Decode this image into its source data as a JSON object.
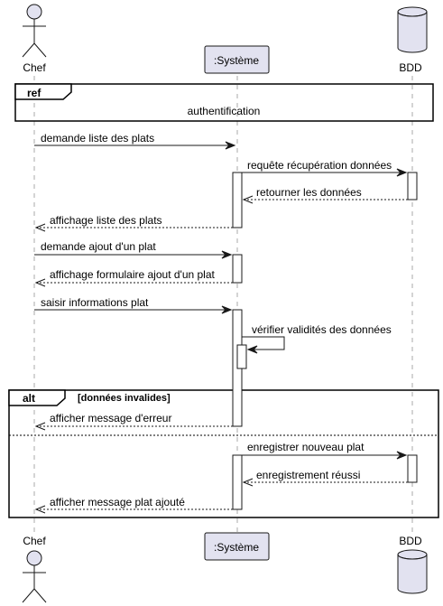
{
  "participants": {
    "chef": "Chef",
    "systeme": ":Système",
    "bdd": "BDD"
  },
  "ref": {
    "tag": "ref",
    "label": "authentification"
  },
  "messages": [
    "demande liste des plats",
    "requête récupération données",
    "retourner les données",
    "affichage liste des plats",
    "demande ajout d'un plat",
    "affichage formulaire ajout d'un plat",
    "saisir informations plat",
    "vérifier validités des données",
    "afficher message d'erreur",
    "enregistrer nouveau plat",
    "enregistrement réussi",
    "afficher message plat ajouté"
  ],
  "alt": {
    "tag": "alt",
    "guard": "[données invalides]"
  },
  "colors": {
    "participant_fill": "#e2e2f0",
    "line": "#181818",
    "lifeline": "#a8a8a8"
  }
}
